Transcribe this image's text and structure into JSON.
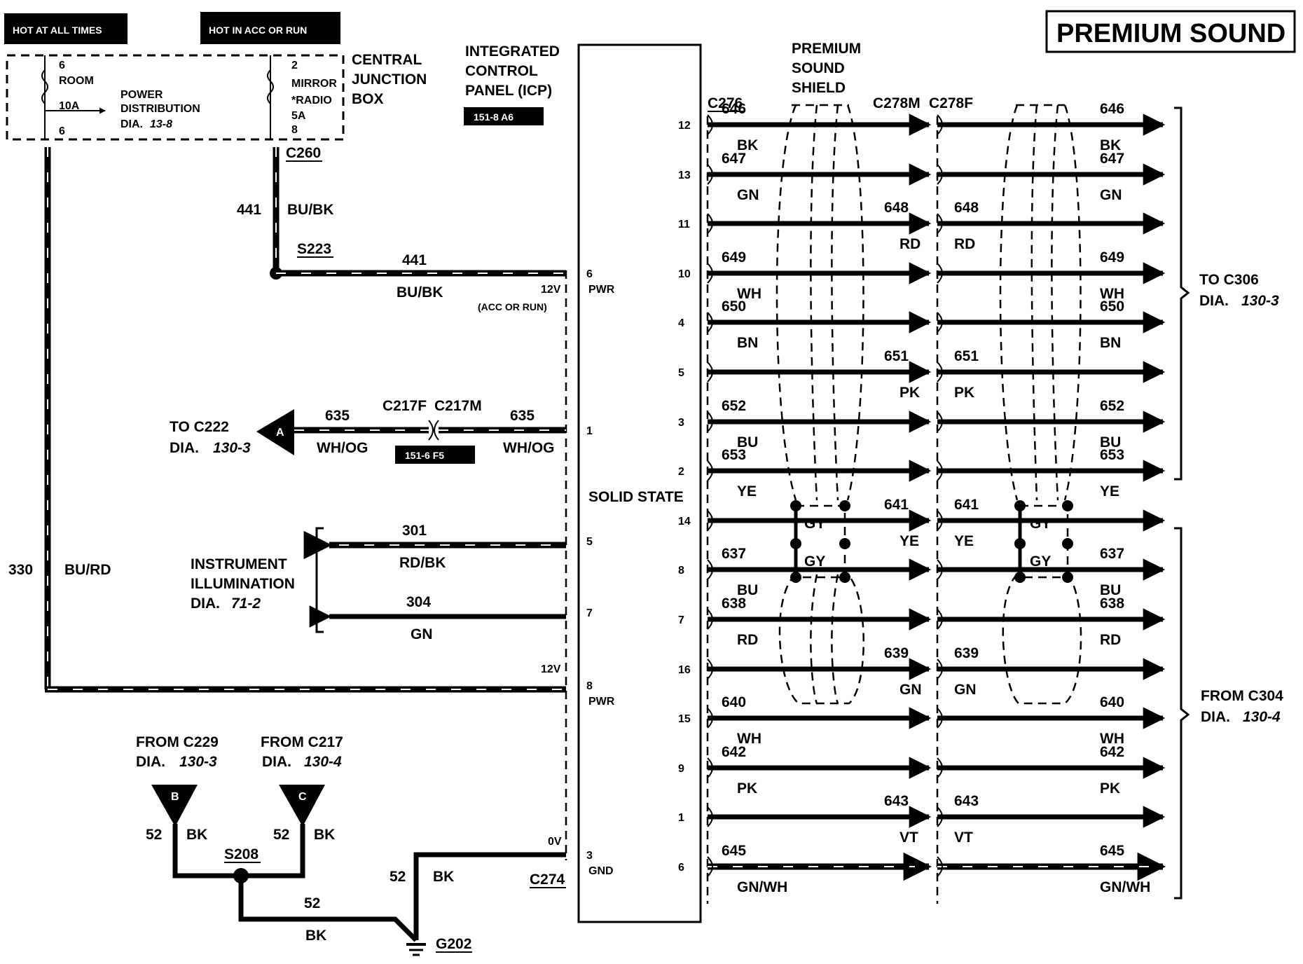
{
  "title": "PREMIUM SOUND",
  "power": {
    "hot_all_times": "HOT AT ALL TIMES",
    "hot_acc_run": "HOT IN ACC OR RUN",
    "fuse1_num": "6",
    "fuse1_name": "ROOM",
    "fuse1_amp": "10A",
    "fuse1_pin": "6",
    "fuse2_num": "2",
    "fuse2_name": "MIRROR",
    "fuse2_name2": "*RADIO",
    "fuse2_amp": "5A",
    "fuse2_pin": "8",
    "pd_line1": "POWER",
    "pd_line2": "DISTRIBUTION",
    "pd_dia": "DIA.",
    "pd_num": "13-8",
    "cjb_line1": "CENTRAL",
    "cjb_line2": "JUNCTION",
    "cjb_line3": "BOX"
  },
  "icp": {
    "line1": "INTEGRATED",
    "line2": "CONTROL",
    "line3": "PANEL (ICP)",
    "ref": "151-8 A6",
    "solid_state": "SOLID STATE",
    "pin6": "6",
    "pin6_label": "PWR",
    "pin1": "1",
    "pin5": "5",
    "pin7": "7",
    "pin8": "8",
    "pin8_label": "PWR",
    "pin3": "3",
    "pin3_label": "GND",
    "v12a": "12V",
    "acc_run": "(ACC OR RUN)",
    "v12b": "12V",
    "v0": "0V"
  },
  "left_circuits": {
    "c260": "C260",
    "w441": "441",
    "bubk": "BU/BK",
    "s223": "S223",
    "w441b": "441",
    "bubk2": "BU/BK",
    "w330": "330",
    "burd": "BU/RD",
    "to_c222": "TO C222",
    "dia": "DIA.",
    "c222_num": "130-3",
    "conn_a": "A",
    "w635a": "635",
    "c217f": "C217F",
    "c217m": "C217M",
    "w635b": "635",
    "whog1": "WH/OG",
    "whog2": "WH/OG",
    "ref2": "151-6 F5",
    "inst1": "INSTRUMENT",
    "inst2": "ILLUMINATION",
    "inst_dia": "DIA.",
    "inst_num": "71-2",
    "w301": "301",
    "rdbk": "RD/BK",
    "w304": "304",
    "gn": "GN"
  },
  "ground": {
    "from_c229": "FROM C229",
    "dia_b": "DIA.",
    "b_num": "130-3",
    "from_c217": "FROM C217",
    "dia_c": "DIA.",
    "c_num": "130-4",
    "conn_b": "B",
    "conn_c": "C",
    "w52a": "52",
    "bka": "BK",
    "w52b": "52",
    "bkb": "BK",
    "s208": "S208",
    "w52c": "52",
    "bkc": "BK",
    "w52d": "52",
    "bkd": "BK",
    "c274": "C274",
    "g202": "G202"
  },
  "right": {
    "shield1": "PREMIUM",
    "shield2": "SOUND",
    "shield3": "SHIELD",
    "c276": "C276",
    "c278m": "C278M",
    "c278f": "C278F",
    "to_c306": "TO C306",
    "to_dia": "DIA.",
    "to_num": "130-3",
    "from_c304": "FROM C304",
    "from_dia": "DIA.",
    "from_num": "130-4",
    "gy_a": "GY",
    "gy_b": "GY",
    "gy_c": "GY",
    "gy_d": "GY"
  },
  "wires": [
    {
      "pin": "12",
      "num": "646",
      "color": "BK",
      "stripe": false
    },
    {
      "pin": "13",
      "num": "647",
      "color": "GN",
      "stripe": false
    },
    {
      "pin": "11",
      "num": "648",
      "color": "RD",
      "stripe": false
    },
    {
      "pin": "10",
      "num": "649",
      "color": "WH",
      "stripe": false
    },
    {
      "pin": "4",
      "num": "650",
      "color": "BN",
      "stripe": false
    },
    {
      "pin": "5",
      "num": "651",
      "color": "PK",
      "stripe": false
    },
    {
      "pin": "3",
      "num": "652",
      "color": "BU",
      "stripe": false
    },
    {
      "pin": "2",
      "num": "653",
      "color": "YE",
      "stripe": false
    },
    {
      "pin": "14",
      "num": "641",
      "color": "YE",
      "stripe": false
    },
    {
      "pin": "8",
      "num": "637",
      "color": "BU",
      "stripe": false
    },
    {
      "pin": "7",
      "num": "638",
      "color": "RD",
      "stripe": false
    },
    {
      "pin": "16",
      "num": "639",
      "color": "GN",
      "stripe": false
    },
    {
      "pin": "15",
      "num": "640",
      "color": "WH",
      "stripe": false
    },
    {
      "pin": "9",
      "num": "642",
      "color": "PK",
      "stripe": false
    },
    {
      "pin": "1",
      "num": "643",
      "color": "VT",
      "stripe": false
    },
    {
      "pin": "6",
      "num": "645",
      "color": "GN/WH",
      "stripe": true
    }
  ]
}
